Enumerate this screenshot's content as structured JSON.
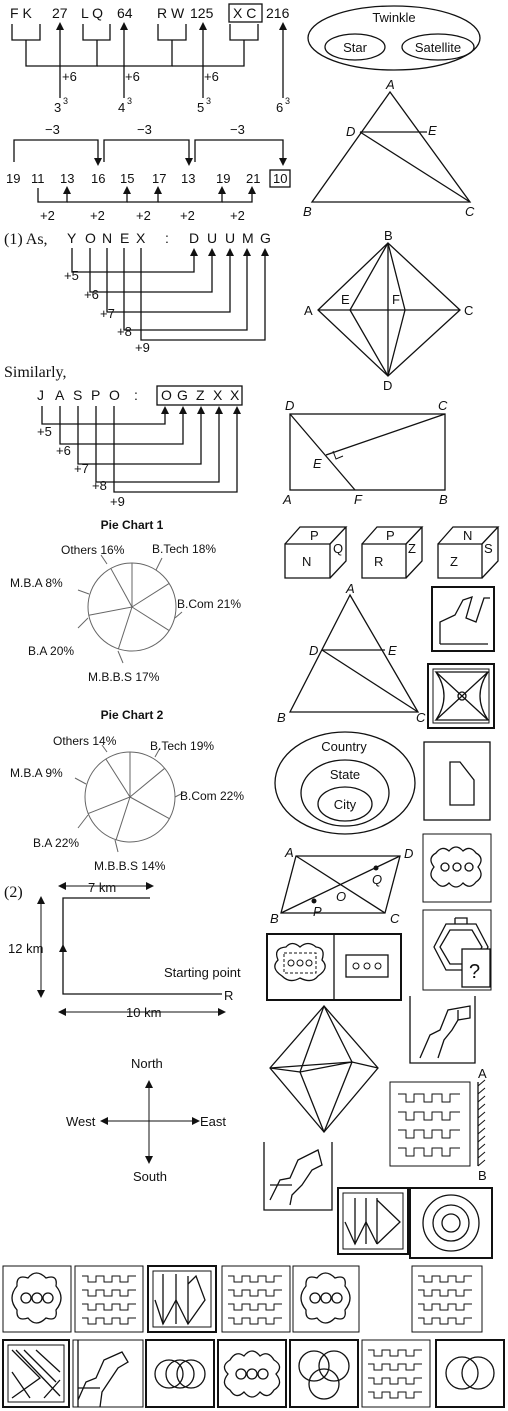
{
  "series_q1": {
    "groups": [
      "F K",
      "27",
      "L Q",
      "64",
      "R W",
      "125",
      "X C",
      "216"
    ],
    "increments": [
      "+6",
      "+6",
      "+6"
    ],
    "cubes": [
      "3",
      "4",
      "5",
      "6"
    ],
    "cube_exp": "3"
  },
  "series_q2": {
    "minus": [
      "−3",
      "−3",
      "−3"
    ],
    "numbers": [
      "19",
      "11",
      "13",
      "16",
      "15",
      "17",
      "13",
      "19",
      "21",
      "10"
    ],
    "plus": [
      "+2",
      "+2",
      "+2",
      "+2",
      "+2"
    ]
  },
  "coding": {
    "as_label": "(1) As,",
    "word1": [
      "Y",
      "O",
      "N",
      "E",
      "X"
    ],
    "colon": ":",
    "code1": [
      "D",
      "U",
      "U",
      "M",
      "G"
    ],
    "steps": [
      "+5",
      "+6",
      "+7",
      "+8",
      "+9"
    ],
    "similarly": "Similarly,",
    "word2": [
      "J",
      "A",
      "S",
      "P",
      "O"
    ],
    "code2": [
      "O",
      "G",
      "Z",
      "X",
      "X"
    ]
  },
  "pie_chart_1": {
    "title": "Pie Chart 1",
    "labels": [
      "Others 16%",
      "B.Tech 18%",
      "B.Com 21%",
      "M.B.B.S 17%",
      "B.A 20%",
      "M.B.A 8%"
    ]
  },
  "pie_chart_2": {
    "title": "Pie Chart 2",
    "labels": [
      "Others 14%",
      "B.Tech 19%",
      "B.Com 22%",
      "M.B.B.S 14%",
      "B.A 22%",
      "M.B.A 9%"
    ]
  },
  "direction": {
    "label": "(2)",
    "top": "7 km",
    "left": "12 km",
    "bottom": "10 km",
    "start": "Starting point",
    "end": "R"
  },
  "compass": {
    "north": "North",
    "south": "South",
    "east": "East",
    "west": "West"
  },
  "venn1": {
    "outer": "Twinkle",
    "a": "Star",
    "b": "Satellite"
  },
  "venn2": {
    "outer": "Country",
    "mid": "State",
    "inner": "City"
  },
  "triangle1": {
    "A": "A",
    "B": "B",
    "C": "C",
    "D": "D",
    "E": "E"
  },
  "kite": {
    "A": "A",
    "B": "B",
    "C": "C",
    "D": "D",
    "E": "E",
    "F": "F"
  },
  "rect": {
    "A": "A",
    "B": "B",
    "C": "C",
    "D": "D",
    "E": "E",
    "F": "F"
  },
  "cubes": [
    [
      "P",
      "N",
      "Q"
    ],
    [
      "P",
      "R",
      "Z"
    ],
    [
      "N",
      "Z",
      "S"
    ]
  ],
  "triangle2": {
    "A": "A",
    "B": "B",
    "C": "C",
    "D": "D",
    "E": "E"
  },
  "parallelogram": {
    "A": "A",
    "B": "B",
    "C": "C",
    "D": "D",
    "O": "O",
    "P": "P",
    "Q": "Q"
  },
  "question_mark": "?",
  "mirror": {
    "A": "A",
    "B": "B"
  }
}
